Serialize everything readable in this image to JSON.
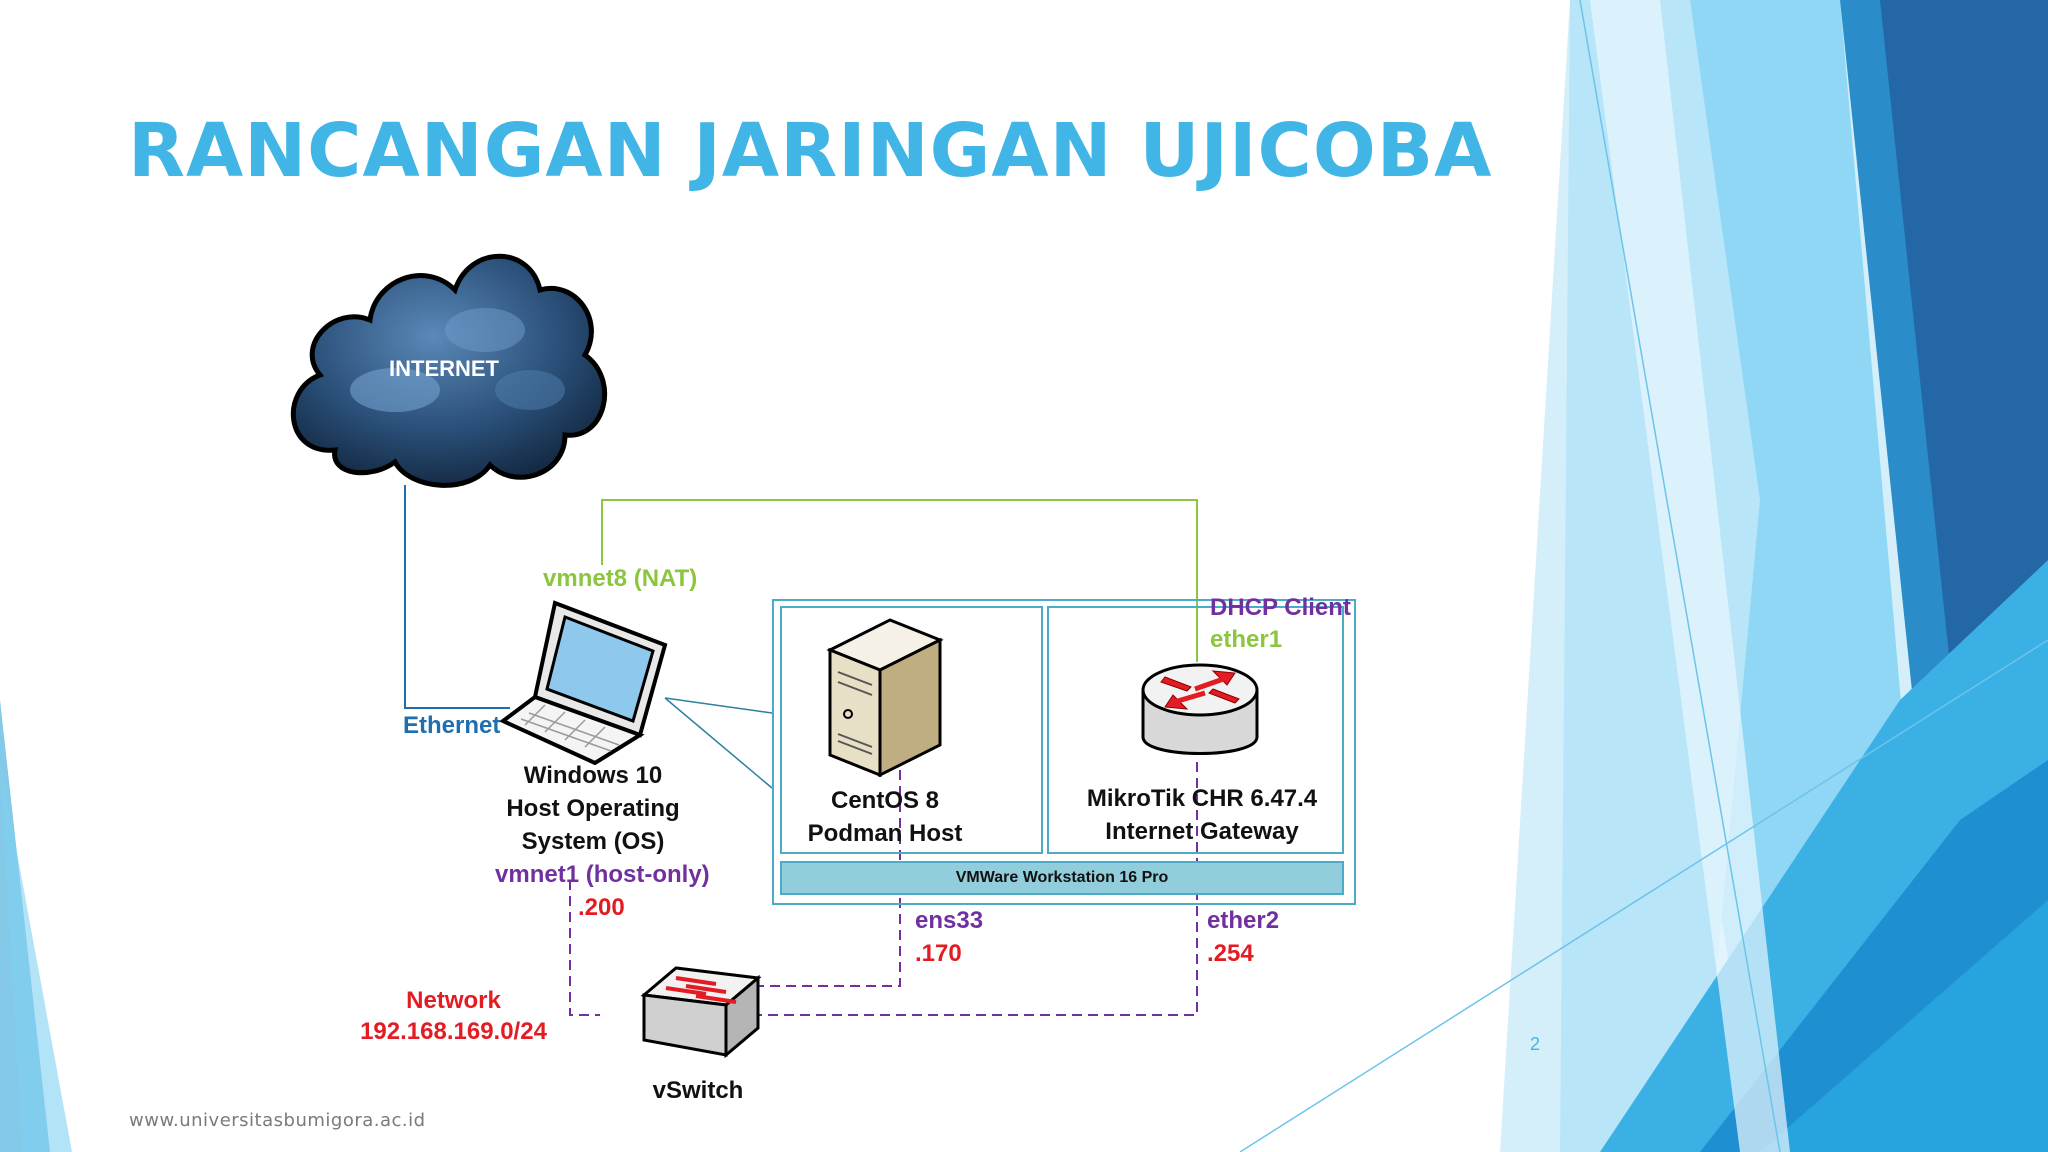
{
  "slide": {
    "title": "RANCANGAN JARINGAN UJICOBA",
    "footer": "www.universitasbumigora.ac.id",
    "page_number": "2"
  },
  "diagram": {
    "internet_label": "INTERNET",
    "ethernet_label": "Ethernet",
    "vmnet8_label": "vmnet8 (NAT)",
    "host": {
      "line1": "Windows 10",
      "line2": "Host Operating",
      "line3": "System (OS)",
      "vmnet1_label": "vmnet1 (host-only)",
      "ip": ".200"
    },
    "centos": {
      "line1": "CentOS 8",
      "line2": "Podman Host",
      "iface": "ens33",
      "ip": ".170"
    },
    "mikrotik": {
      "dhcp_label": "DHCP Client",
      "ether1_label": "ether1",
      "line1": "MikroTik CHR 6.47.4",
      "line2": "Internet Gateway",
      "iface": "ether2",
      "ip": ".254"
    },
    "vmware_label": "VMWare Workstation 16 Pro",
    "network": {
      "line1": "Network",
      "line2": "192.168.169.0/24"
    },
    "vswitch_label": "vSwitch"
  },
  "colors": {
    "title": "#41b6e6",
    "green_link": "#8cc63f",
    "ethernet_link": "#1f6fb0",
    "host_only_link": "#7030a0",
    "ip_text": "#e31c23",
    "vm_border": "#4aacc6"
  }
}
